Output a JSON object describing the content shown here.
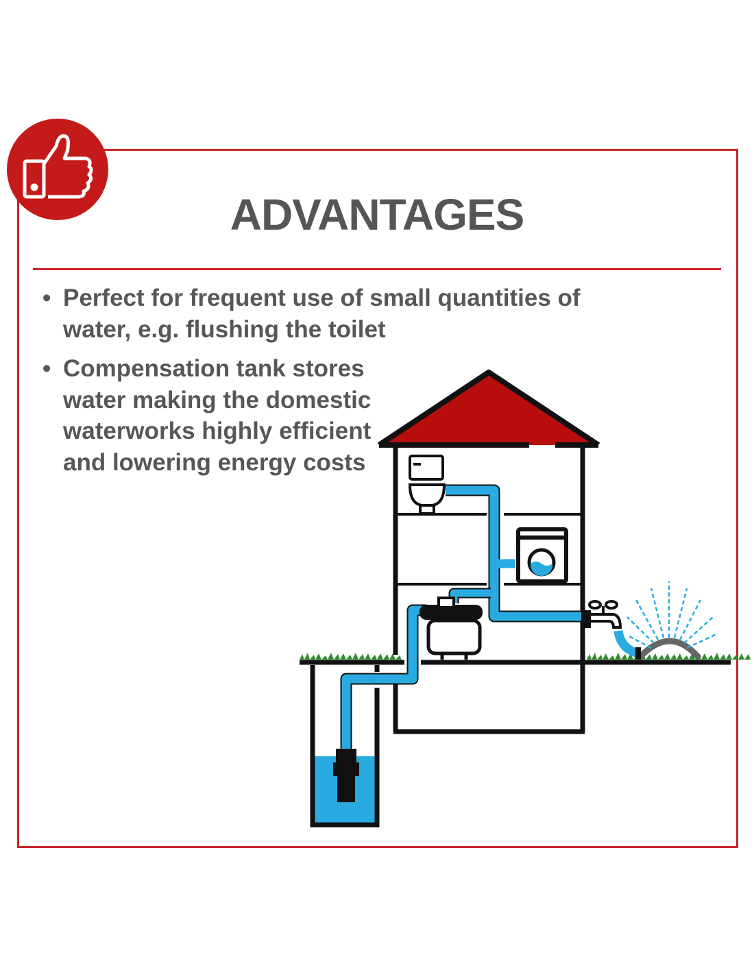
{
  "title": "ADVANTAGES",
  "bullets": [
    "Perfect for frequent use of small quantities of water, e.g. flushing the toilet",
    "Compensation tank stores water making the domestic waterworks highly efficient and lowering energy costs"
  ],
  "colors": {
    "accent": "#c8262a",
    "roof": "#b80d0d",
    "water": "#29abe2",
    "text": "#555555",
    "grass": "#2e8b2e"
  },
  "badge_icon": "thumbs-up-icon"
}
